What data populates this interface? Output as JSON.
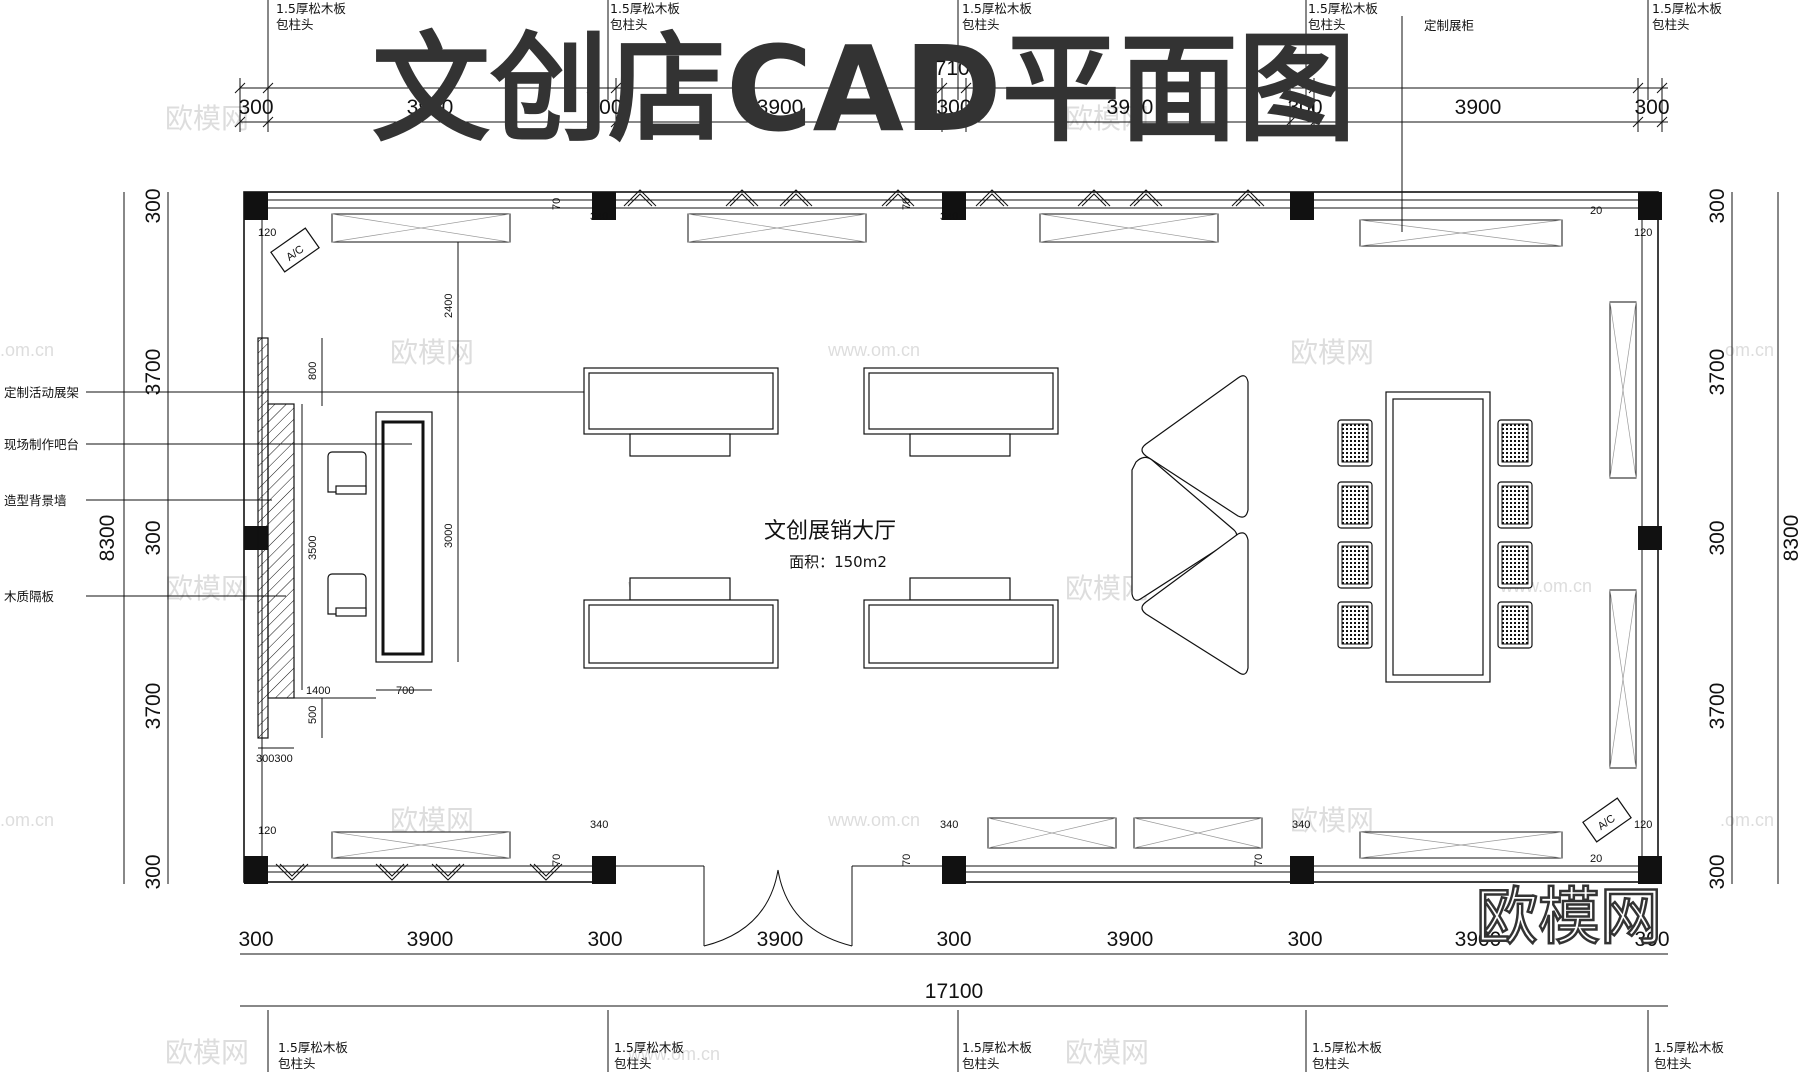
{
  "title": "文创店CAD平面图",
  "watermark_cn": "欧模网",
  "watermark_url": "www.om.cn",
  "watermark_url_edge": ".om.cn",
  "logo": "欧模网",
  "room": {
    "name": "文创展销大厅",
    "area": "面积：150m2"
  },
  "labels": {
    "display_rack": "定制活动展架",
    "bar_counter": "现场制作吧台",
    "feature_wall": "造型背景墙",
    "wood_partition": "木质隔板",
    "cabinet": "定制展柜",
    "ac": "A/C",
    "ac2": "A/C"
  },
  "notes": {
    "pine_line1": "1.5厚松木板",
    "pine_line2": "包柱头"
  },
  "dims": {
    "total": "17100",
    "total_top": "7100",
    "col": "300",
    "bay": "3900",
    "height_total": "8300",
    "height_part": "3700",
    "d340": "340",
    "d70": "70",
    "d120": "120",
    "d20": "20",
    "d2400": "2400",
    "d800": "800",
    "d3500": "3500",
    "d3000": "3000",
    "d1400": "1400",
    "d700": "700",
    "d500": "500",
    "d300300": "300300"
  }
}
